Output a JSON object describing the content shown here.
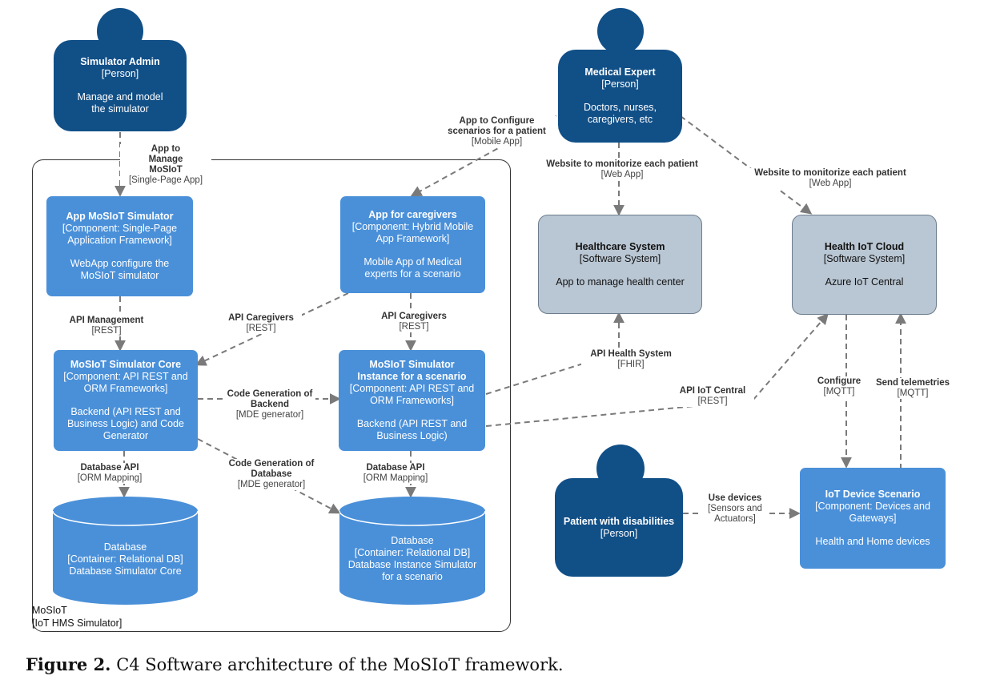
{
  "nodes": {
    "simulator_admin": {
      "title": "Simulator Admin",
      "type": "[Person]",
      "desc": "Manage and model the simulator"
    },
    "medical_expert": {
      "title": "Medical Expert",
      "type": "[Person]",
      "desc": "Doctors, nurses, caregivers, etc"
    },
    "patient": {
      "title": "Patient with disabilities",
      "type": "[Person]"
    },
    "app_mosiot_sim": {
      "title": "App MoSIoT Simulator",
      "type": "[Component: Single-Page Application Framework]",
      "desc": "WebApp configure the MoSIoT simulator"
    },
    "app_caregivers": {
      "title": "App for caregivers",
      "type": "[Component: Hybrid Mobile App Framework]",
      "desc": "Mobile App of Medical experts for a scenario"
    },
    "sim_core": {
      "title": "MoSIoT Simulator Core",
      "type": "[Component: API REST and ORM Frameworks]",
      "desc": "Backend (API REST and Business Logic) and Code Generator"
    },
    "sim_instance": {
      "title": "MoSIoT Simulator Instance for a scenario",
      "type": "[Component: API REST and ORM Frameworks]",
      "desc": "Backend (API REST and Business Logic)"
    },
    "db_core": {
      "title": "Database",
      "type": "[Container: Relational DB]",
      "desc": "Database Simulator Core"
    },
    "db_instance": {
      "title": "Database",
      "type": "[Container: Relational DB]",
      "desc": "Database Instance Simulator for a scenario"
    },
    "healthcare": {
      "title": "Healthcare System",
      "type": "[Software System]",
      "desc": "App to manage health center"
    },
    "health_iot": {
      "title": "Health IoT Cloud",
      "type": "[Software System]",
      "desc": "Azure IoT Central"
    },
    "iot_device": {
      "title": "IoT Device Scenario",
      "type": "[Component: Devices and Gateways]",
      "desc": "Health and Home devices"
    }
  },
  "boundary": {
    "name": "MoSIoT",
    "type": "[IoT HMS Simulator]"
  },
  "edges": {
    "admin_app": {
      "label": "App to Manage MoSIoT",
      "tech": "[Single-Page App]"
    },
    "expert_caregivers": {
      "label": "App to Configure scenarios for a patient",
      "tech": "[Mobile App]"
    },
    "expert_healthcare": {
      "label": "Website to monitorize each patient",
      "tech": "[Web App]"
    },
    "expert_iot": {
      "label": "Website to monitorize each patient",
      "tech": "[Web App]"
    },
    "api_management": {
      "label": "API Management",
      "tech": "[REST]"
    },
    "api_caregivers_core": {
      "label": "API Caregivers",
      "tech": "[REST]"
    },
    "api_caregivers_inst": {
      "label": "API Caregivers",
      "tech": "[REST]"
    },
    "codegen_backend": {
      "label": "Code Generation of Backend",
      "tech": "[MDE generator]"
    },
    "codegen_db": {
      "label": "Code Generation of Database",
      "tech": "[MDE generator]"
    },
    "db_api_core": {
      "label": "Database API",
      "tech": "[ORM Mapping]"
    },
    "db_api_inst": {
      "label": "Database API",
      "tech": "[ORM Mapping]"
    },
    "api_health": {
      "label": "API Health System",
      "tech": "[FHIR]"
    },
    "api_iot": {
      "label": "API IoT Central",
      "tech": "[REST]"
    },
    "configure": {
      "label": "Configure",
      "tech": "[MQTT]"
    },
    "telemetries": {
      "label": "Send telemetries",
      "tech": "[MQTT]"
    },
    "use_devices": {
      "label": "Use devices",
      "tech": "[Sensors and Actuators]"
    }
  },
  "caption": {
    "label": "Figure 2.",
    "text": "C4 Software architecture of the MoSIoT framework."
  },
  "colors": {
    "person": "#114f87",
    "component": "#4a90d9",
    "system": "#b9c6d3",
    "edge": "#7a7a7a"
  }
}
